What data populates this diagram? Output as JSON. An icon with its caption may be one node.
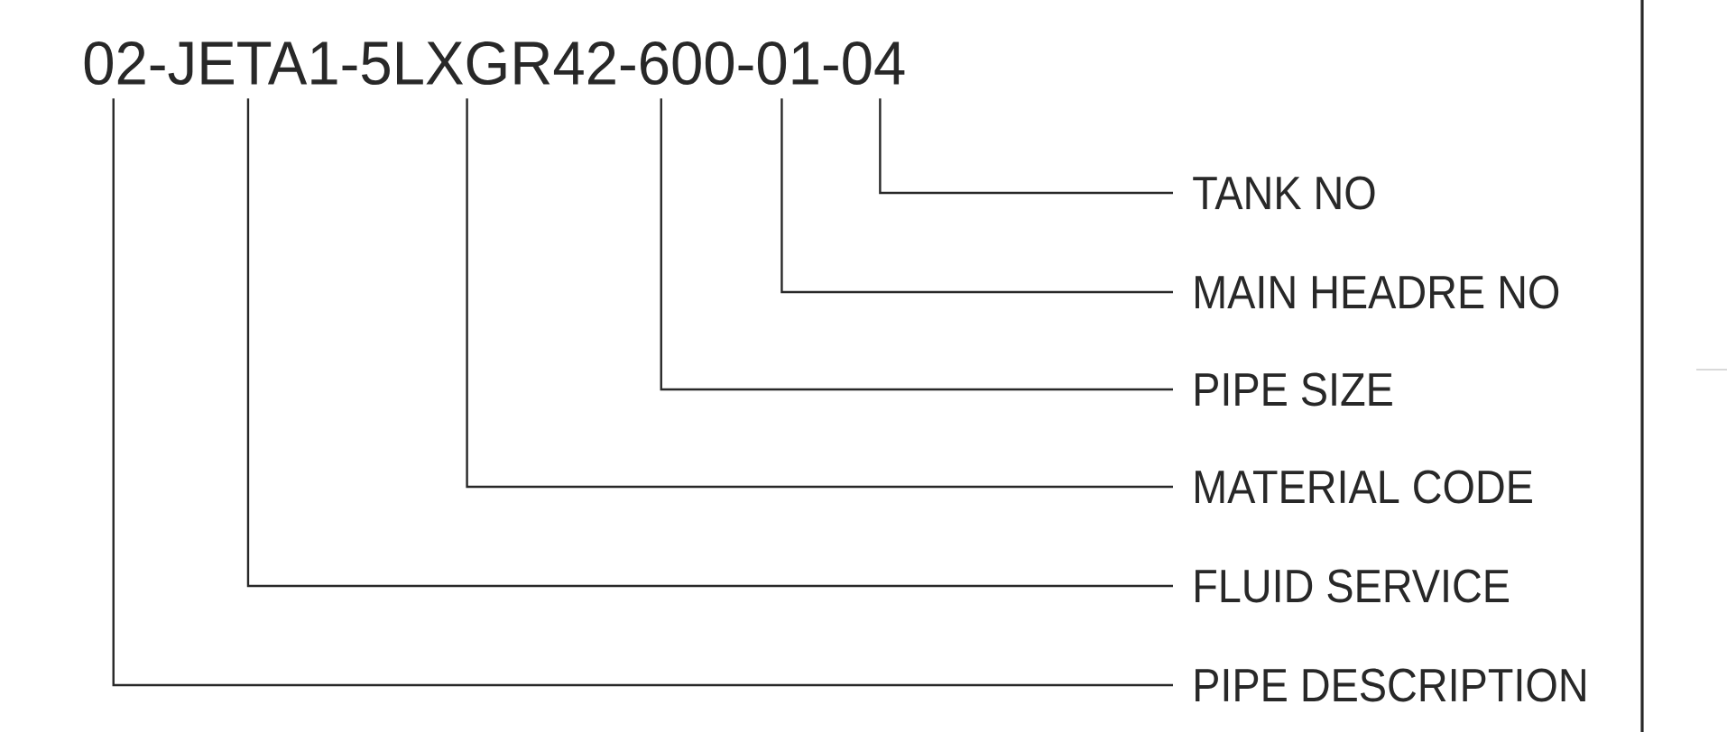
{
  "diagram": {
    "nodes": [
      {
        "text": [
          "02-JETA1-5LXGR42-600-01-04"
        ]
      },
      {
        "text": [
          "TANK NO"
        ]
      },
      {
        "text": [
          "MAIN HEADRE NO"
        ]
      },
      {
        "text": [
          "PIPE SIZE"
        ]
      },
      {
        "text": [
          "MATERIAL CODE"
        ]
      },
      {
        "text": [
          "FLUID SERVICE"
        ]
      },
      {
        "text": [
          "PIPE DESCRIPTION"
        ]
      }
    ],
    "edges": [
      {
        "from": 1,
        "to": 0,
        "arrow": "none"
      },
      {
        "from": 2,
        "to": 0,
        "arrow": "none"
      },
      {
        "from": 3,
        "to": 0,
        "arrow": "none"
      },
      {
        "from": 4,
        "to": 0,
        "arrow": "none"
      },
      {
        "from": 5,
        "to": 0,
        "arrow": "none"
      },
      {
        "from": 6,
        "to": 0,
        "arrow": "none"
      }
    ]
  }
}
